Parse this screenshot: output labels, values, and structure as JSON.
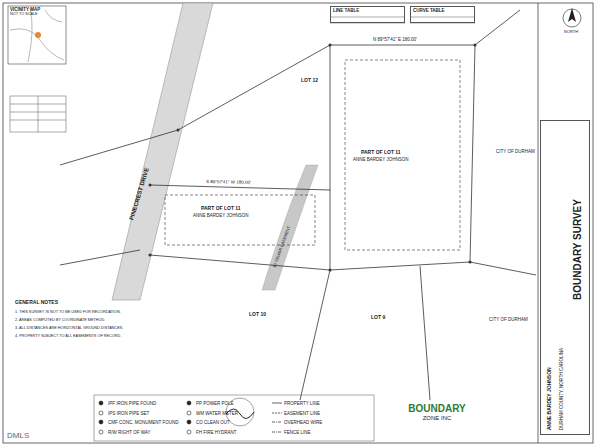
{
  "diagram": {
    "title": "BOUNDARY SURVEY",
    "nodes": [
      {
        "text": [
          "VICINITY MAP",
          "NOT TO SCALE"
        ]
      },
      {
        "text": [
          "LINE TABLE"
        ]
      },
      {
        "text": [
          "CURVE TABLE"
        ]
      },
      {
        "text": [
          "ANNE BARDEY JOHNSON",
          "DURHAM COUNTY, NORTH CAROLINA"
        ]
      },
      {
        "text": [
          "BOUNDARY",
          "ZONE INC"
        ]
      }
    ],
    "labels": [
      "PINECREST DRIVE",
      "PART OF LOT 11",
      "ANNE BARDEY JOHNSON",
      "PART OF LOT 11",
      "ANNE BARDEY JOHNSON",
      "LOT 12",
      "LOT 10",
      "LOT 9",
      "CITY OF DURHAM",
      "CITY OF DURHAM",
      "N 89°57'41\" E 180.00'",
      "S 89°57'41\" W 180.00'",
      "10' SEWER EASEMENT",
      "GENERAL NOTES",
      "1. THIS SURVEY IS NOT TO BE USED FOR RECORDATION.",
      "2. AREAS COMPUTED BY COORDINATE METHOD.",
      "3. ALL DISTANCES ARE HORIZONTAL GROUND DISTANCES.",
      "4. PROPERTY SUBJECT TO ALL EASEMENTS OF RECORD.",
      "NORTH",
      "DMLS"
    ],
    "legend": [
      {
        "text": "IPF IRON PIPE FOUND"
      },
      {
        "text": "IPS IRON PIPE SET"
      },
      {
        "text": "CMF CONC. MONUMENT FOUND"
      },
      {
        "text": "R/W RIGHT OF WAY"
      },
      {
        "text": "PP POWER POLE"
      },
      {
        "text": "WM WATER METER"
      },
      {
        "text": "CO CLEAN OUT"
      },
      {
        "text": "FH FIRE HYDRANT"
      },
      {
        "text": "PROPERTY LINE"
      },
      {
        "text": "EASEMENT LINE"
      },
      {
        "text": "OVERHEAD WIRE"
      },
      {
        "text": "FENCE LINE"
      }
    ]
  }
}
